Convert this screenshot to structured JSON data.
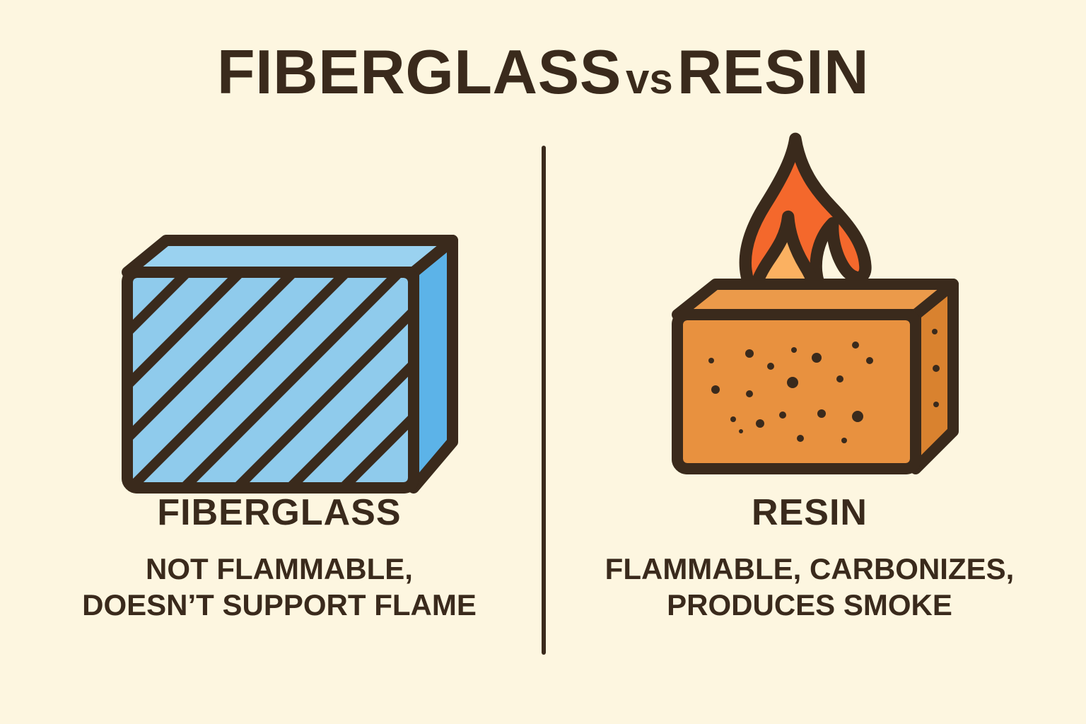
{
  "title": {
    "part1": "FIBERGLASS",
    "connector": "vs",
    "part2": "RESIN",
    "full": "FIBERGLASS vs RESIN"
  },
  "colors": {
    "background": "#FDF6E0",
    "outline": "#3A2A1C",
    "fiberglass_front": "#8FCBEC",
    "fiberglass_top": "#9AD2F0",
    "fiberglass_side": "#5CB3E8",
    "resin_front": "#E8913F",
    "resin_top": "#EB9A4A",
    "resin_side": "#D9822F",
    "flame_outer": "#F4682C",
    "flame_inner": "#FBB161",
    "speckle": "#3A2A1C"
  },
  "left_panel": {
    "heading": "FIBERGLASS",
    "subtext_line1": "NOT FLAMMABLE,",
    "subtext_line2": "DOESN’T SUPPORT FLAME",
    "illustration": "striped-fiberglass-block"
  },
  "right_panel": {
    "heading": "RESIN",
    "subtext_line1": "FLAMMABLE, CARBONIZES,",
    "subtext_line2": "PRODUCES SMOKE",
    "illustration": "burning-resin-brick",
    "flame_icon": "flame-icon"
  },
  "divider": {
    "orientation": "vertical"
  }
}
